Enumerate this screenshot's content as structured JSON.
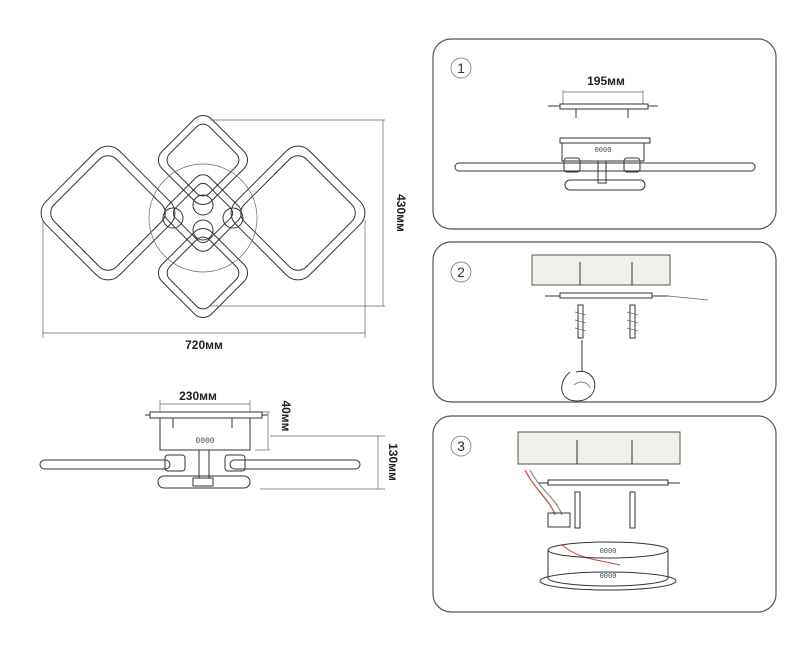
{
  "dimensions": {
    "width": "720мм",
    "height": "430мм",
    "base_width": "230мм",
    "base_height": "40мм",
    "total_height": "130мм",
    "bracket_spacing": "195мм"
  },
  "steps": [
    {
      "number": "1"
    },
    {
      "number": "2"
    },
    {
      "number": "3"
    }
  ],
  "labels": {
    "base_code": "0000",
    "step1_code": "0000",
    "step3_code_a": "0000",
    "step3_code_b": "0000"
  }
}
